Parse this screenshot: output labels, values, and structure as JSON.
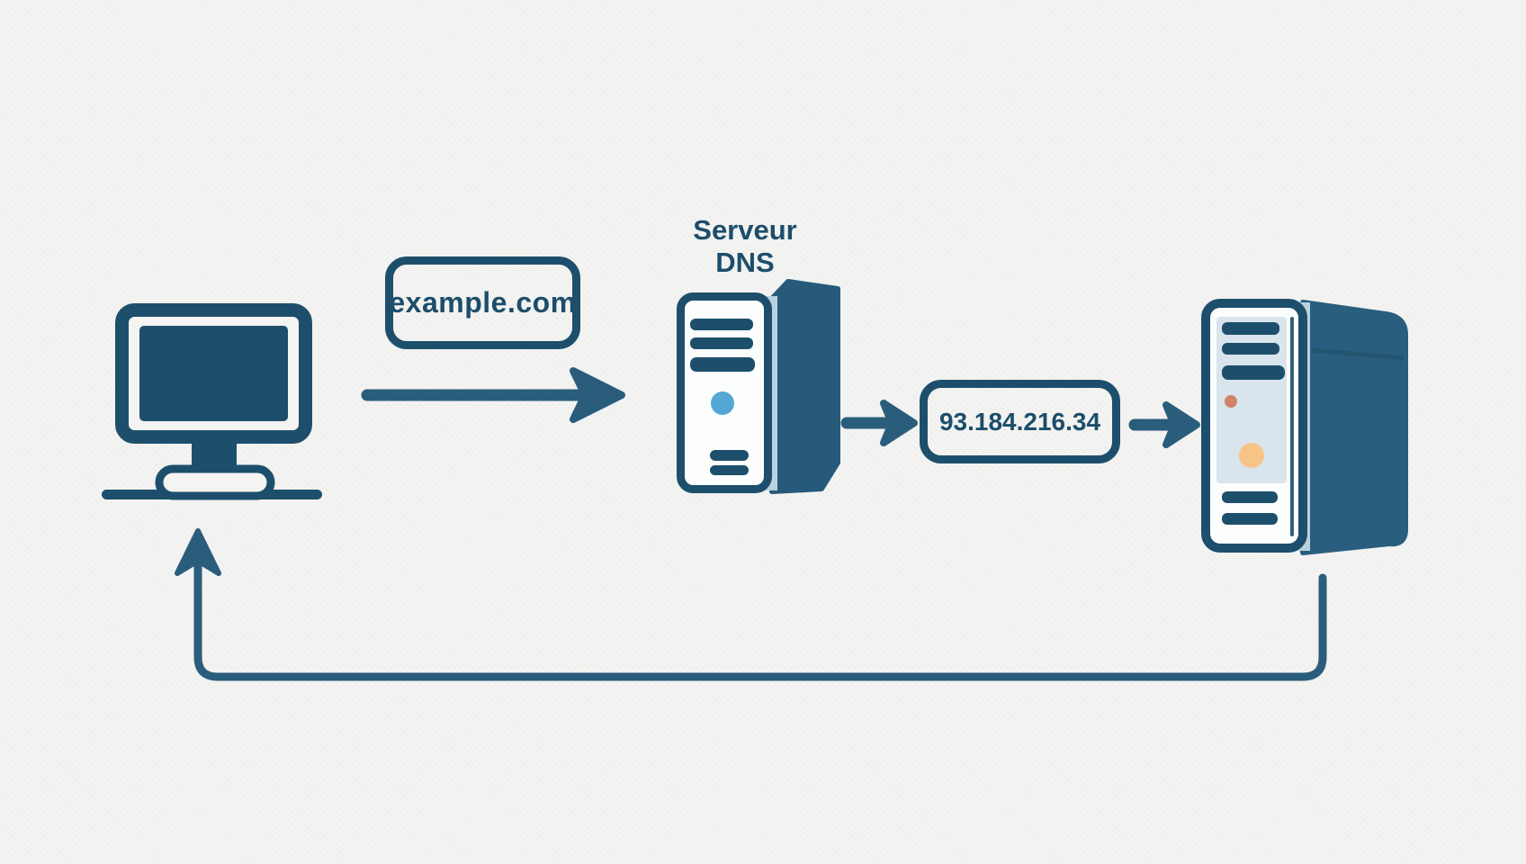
{
  "colors": {
    "background": "#f4f4f2",
    "primary": "#1d4f6c",
    "arrow": "#2a5d7c",
    "tower_side": "#2a5e7e",
    "tower_side_dns": "#275a7a",
    "edge_highlight": "#b9d2de",
    "tower_face": "#fcfdfd",
    "web_panel": "#d9e4ec",
    "dns_led_blue": "#54a8d5",
    "web_led_salmon": "#d08468",
    "web_led_peach": "#f6c487",
    "label_text": "#1c4e6b"
  },
  "labels": {
    "dns_server_line1": "Serveur",
    "dns_server_line2": "DNS"
  },
  "messages": {
    "domain_query": "example.com",
    "ip_answer": "93.184.216.34"
  },
  "icons": {
    "client": "desktop-computer-icon",
    "dns": "dns-server-tower-icon",
    "web": "web-server-tower-icon"
  }
}
